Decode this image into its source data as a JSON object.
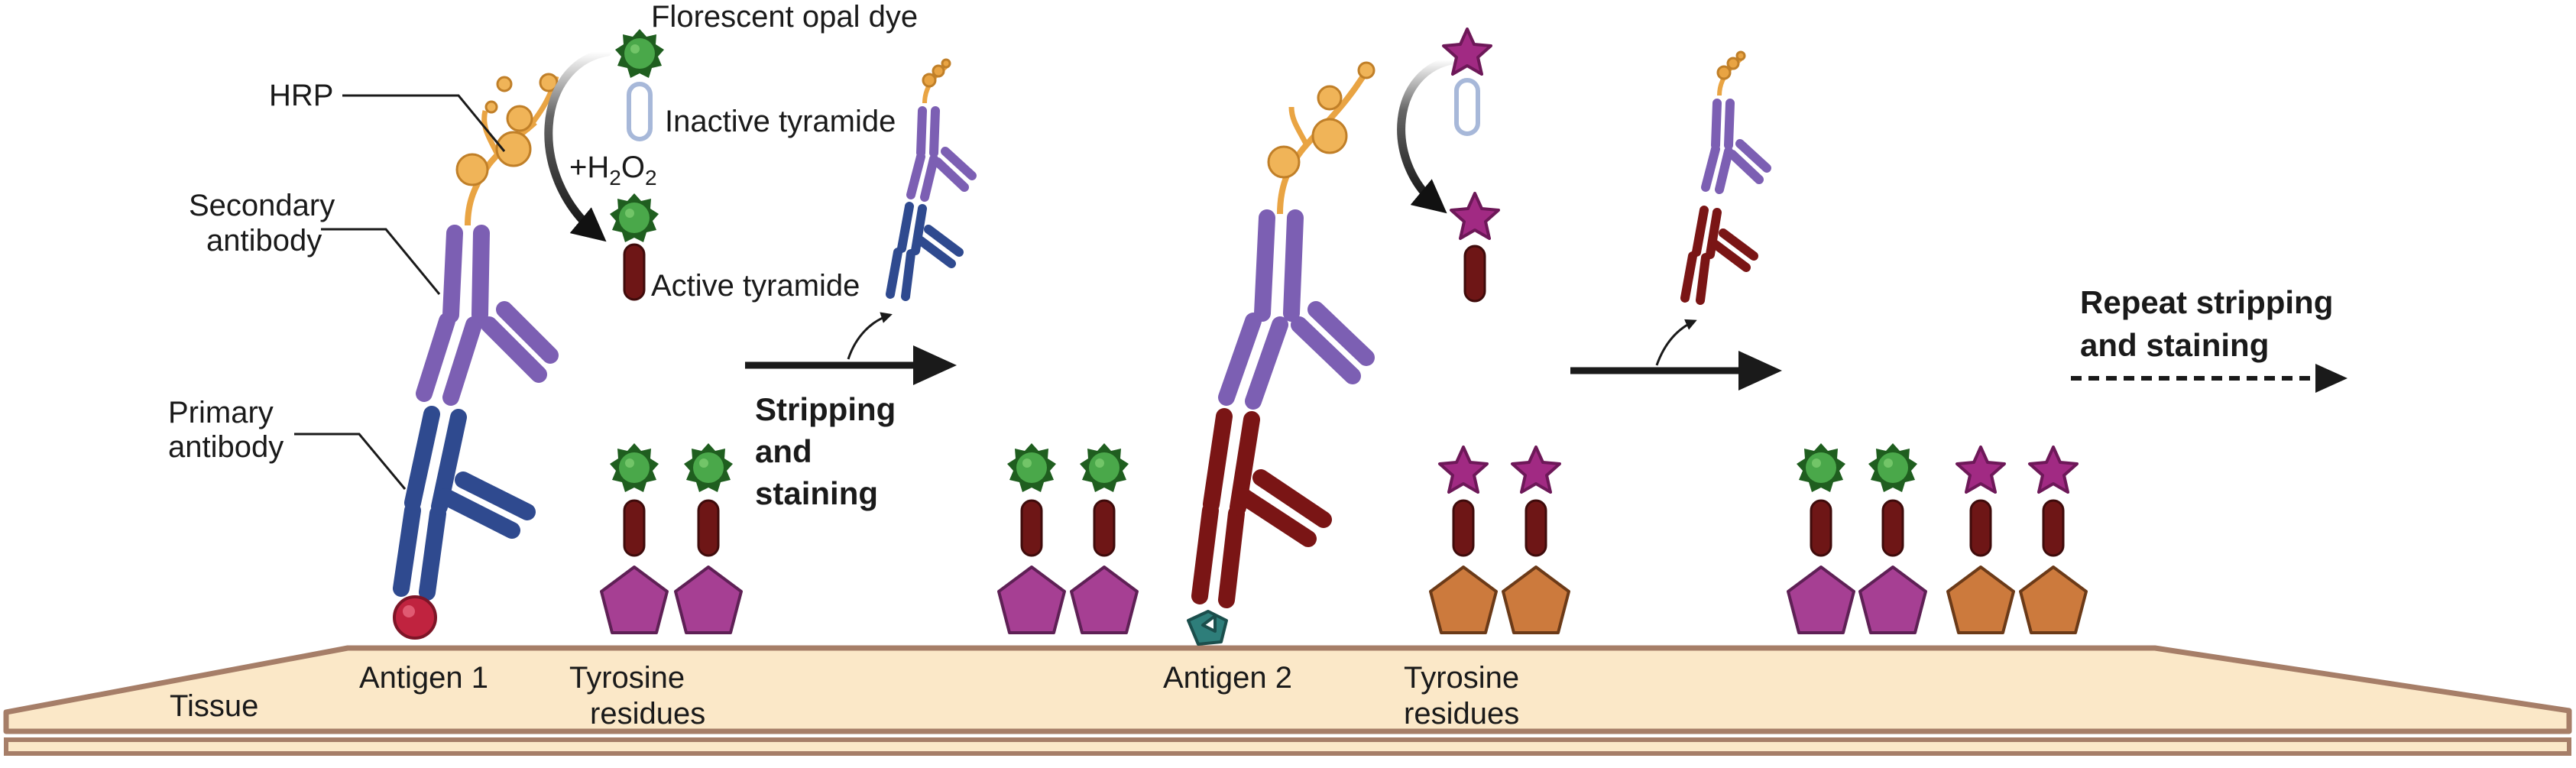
{
  "labels": {
    "hrp": "HRP",
    "secondary_antibody": [
      "Secondary",
      "antibody"
    ],
    "primary_antibody": [
      "Primary",
      "antibody"
    ],
    "florescent_dye": "Florescent opal dye",
    "inactive_tyramide": "Inactive tyramide",
    "h2o2": {
      "prefix": "+H",
      "sub1": "2",
      "mid": "O",
      "sub2": "2"
    },
    "active_tyramide": "Active tyramide",
    "stripping_staining": [
      "Stripping",
      "and",
      "staining"
    ],
    "repeat": [
      "Repeat stripping",
      "and staining"
    ],
    "tissue": "Tissue",
    "antigen_1": "Antigen 1",
    "antigen_2": "Antigen 2",
    "tyrosine_residues_1": [
      "Tyrosine",
      "residues"
    ],
    "tyrosine_residues_2": [
      "Tyrosine",
      "residues"
    ]
  },
  "colors": {
    "hrp": "#e9a443",
    "secondary_antibody": "#7c5fb3",
    "primary_antibody_1": "#2f4a8f",
    "primary_antibody_2": "#7a1515",
    "green_dye": "#3d9b3d",
    "magenta_dye": "#a12a83",
    "tyramide": "#6e1616",
    "inactive_tyramide": "#a7b8d9",
    "tyrosine_purple": "#a63f93",
    "tyrosine_orange": "#cc7a3d",
    "tissue_fill": "#fbe8c8",
    "tissue_border": "#a67e68",
    "antigen_1": "#c0233f",
    "antigen_2": "#2e7e7a"
  }
}
